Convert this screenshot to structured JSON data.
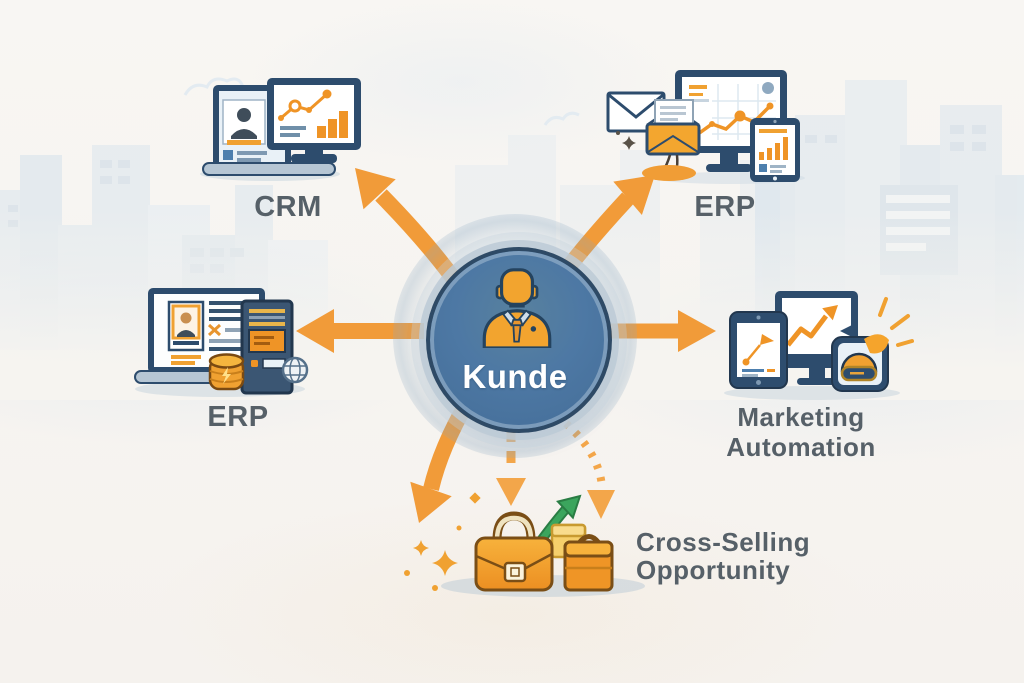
{
  "hub": {
    "label": "Kunde",
    "icon": "customer-person-icon"
  },
  "nodes": {
    "crm": {
      "label": "CRM",
      "icons": [
        "laptop-contact-card-icon",
        "monitor-growth-chart-icon"
      ]
    },
    "erp_top": {
      "label": "ERP",
      "icons": [
        "envelope-icon",
        "open-envelope-letter-icon",
        "monitor-line-chart-icon",
        "tablet-bar-chart-icon",
        "sparkle-icon"
      ]
    },
    "erp_left": {
      "label": "ERP",
      "icons": [
        "laptop-profile-icon",
        "server-tower-icon",
        "database-barrel-icon",
        "globe-icon"
      ]
    },
    "marketing": {
      "line1": "Marketing",
      "line2": "Automation",
      "icons": [
        "tablet-flag-chart-icon",
        "monitor-trend-arrow-icon",
        "automation-device-icon",
        "spark-rays-icon"
      ]
    },
    "cross_selling": {
      "line1": "Cross-Selling",
      "line2": "Opportunity",
      "icons": [
        "briefcase-icon",
        "small-briefcase-icon",
        "gift-box-icon",
        "growth-arrow-icon",
        "sparkles-icon"
      ]
    }
  },
  "connections": [
    "arrow-to-crm",
    "arrow-to-erp-top",
    "arrow-to-erp-left",
    "arrow-to-marketing",
    "arrow-down-left",
    "dashed-arrow-down",
    "dashed-arrow-curved"
  ],
  "colors": {
    "arrow_orange": "#F19B39",
    "dashed_orange": "#F3A64A",
    "hub_blue": "#4D78A4",
    "hub_ring_navy": "#2E4A66",
    "outline_navy": "#2D4C6D",
    "label_text": "#566068",
    "chart_orange": "#EF9426",
    "growth_green": "#3BA55D",
    "briefcase_orange": "#EF9526",
    "background": "#F7F5F2"
  }
}
